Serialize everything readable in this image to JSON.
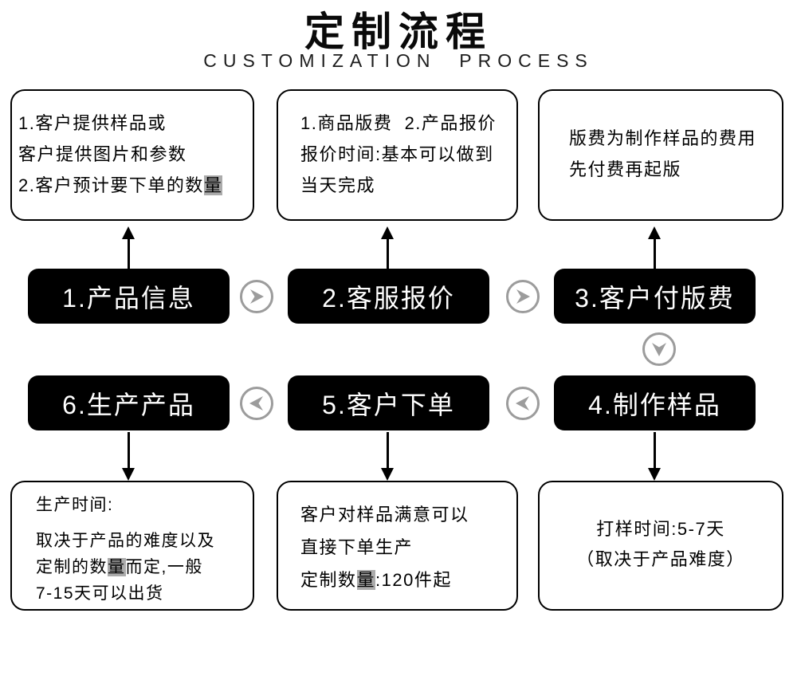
{
  "header": {
    "title": "定制流程",
    "subtitle": "CUSTOMIZATION  PROCESS"
  },
  "colors": {
    "ink": "#000000",
    "step_text": "#ffffff",
    "circle": "#9c9c9c"
  },
  "glyph_substitute": {
    "char": "量",
    "bg": "#ababab"
  },
  "top_boxes": [
    {
      "id": "product-info-details",
      "lines": [
        "1.客户提供样品或",
        "客户提供图片和参数",
        "2.客户预计要下单的数量"
      ]
    },
    {
      "id": "quote-details",
      "lines": [
        "1.商品版费  2.产品报价",
        "报价时间:基本可以做到",
        "当天完成"
      ]
    },
    {
      "id": "plate-fee-details",
      "lines": [
        "版费为制作样品的费用",
        "先付费再起版"
      ]
    }
  ],
  "steps_row1": [
    {
      "label": "1.产品信息"
    },
    {
      "label": "2.客服报价"
    },
    {
      "label": "3.客户付版费"
    }
  ],
  "steps_row2": [
    {
      "label": "6.生产产品"
    },
    {
      "label": "5.客户下单"
    },
    {
      "label": "4.制作样品"
    }
  ],
  "bottom_boxes": [
    {
      "id": "production-time-details",
      "lines": [
        "生产时间:",
        "取决于产品的难度以及",
        "定制的数量而定,一般",
        "7-15天可以出货"
      ]
    },
    {
      "id": "order-details",
      "lines": [
        "客户对样品满意可以",
        "直接下单生产",
        "定制数量:120件起"
      ]
    },
    {
      "id": "sampling-time-details",
      "lines": [
        "打样时间:5-7天",
        "（取决于产品难度）"
      ]
    }
  ]
}
